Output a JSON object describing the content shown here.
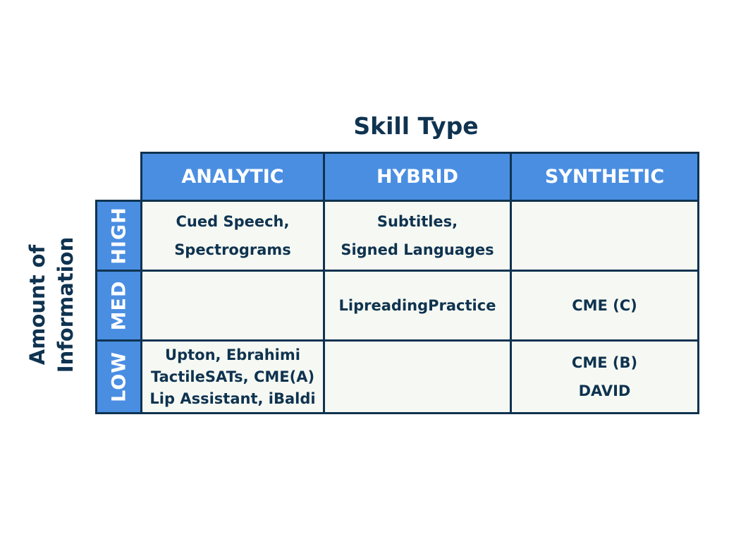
{
  "title": "Skill Type",
  "y_axis": {
    "line1": "Amount of",
    "line2": "Information"
  },
  "columns": [
    "ANALYTIC",
    "HYBRID",
    "SYNTHETIC"
  ],
  "rows": [
    "HIGH",
    "MED",
    "LOW"
  ],
  "cells": {
    "high_analytic": [
      "Cued Speech,",
      "Spectrograms"
    ],
    "high_hybrid": [
      "Subtitles,",
      "Signed Languages"
    ],
    "high_synthetic": [],
    "med_analytic": [],
    "med_hybrid": [
      "LipreadingPractice"
    ],
    "med_synthetic": [
      "CME (C)"
    ],
    "low_analytic": [
      "Upton, Ebrahimi",
      "TactileSATs, CME(A)",
      "Lip Assistant, iBaldi"
    ],
    "low_hybrid": [],
    "low_synthetic": [
      "CME (B)",
      "DAVID"
    ]
  },
  "colors": {
    "header_fill": "#4a8ee2",
    "cell_fill": "#f6f9f3",
    "border_and_text": "#0f3350"
  }
}
